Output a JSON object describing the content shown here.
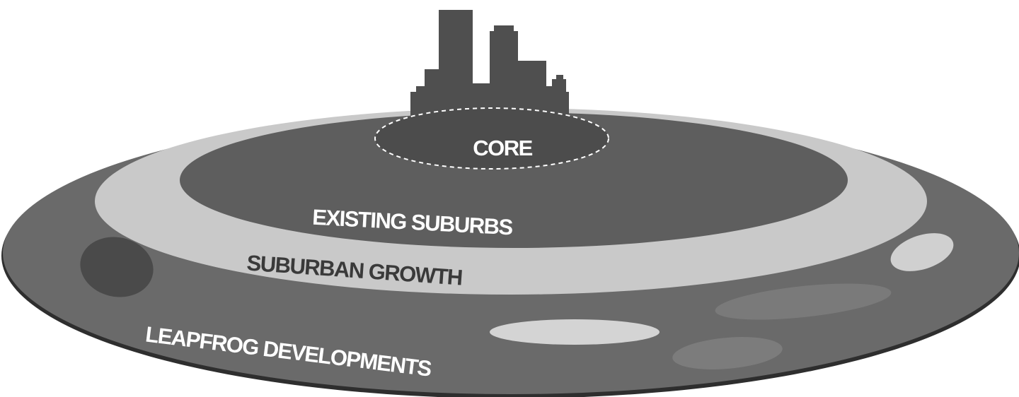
{
  "zones": {
    "core": "CORE",
    "existing_suburbs": "EXISTING SUBURBS",
    "suburban_growth": "SUBURBAN GROWTH",
    "leapfrog_developments": "LEAPFROG DEVELOPMENTS"
  },
  "colors": {
    "outer_ring": "#6a6a6a",
    "growth_ring": "#c9c9c9",
    "existing_suburbs_disc": "#5e5e5e",
    "core_disc": "#4c4c4c",
    "skyline": "#4f4f4f",
    "label_light": "#ffffff",
    "label_dark": "#3a3a3a"
  }
}
